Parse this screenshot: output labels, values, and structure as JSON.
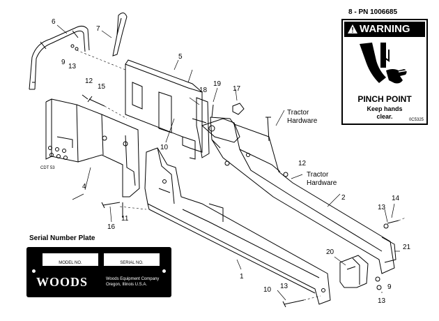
{
  "decal_header": "8 - PN 1006685",
  "decal": {
    "warning": "WARNING",
    "pinch_point": "PINCH POINT",
    "keep_hands": "Keep hands",
    "clear": "clear.",
    "code": "0C5325"
  },
  "serial_plate": {
    "title": "Serial Number Plate",
    "model_field": "MODEL NO.",
    "serial_field": "SERIAL NO.",
    "brand": "WOODS",
    "company_line1": "Woods Equipment Company",
    "company_line2": "Oregon, Illinois U.S.A."
  },
  "drawing_code": "CDT 53",
  "callouts": {
    "c1": "1",
    "c2": "2",
    "c4": "4",
    "c5": "5",
    "c6": "6",
    "c7": "7",
    "c9a": "9",
    "c9b": "9",
    "c10a": "10",
    "c10b": "10",
    "c11": "11",
    "c12a": "12",
    "c12b": "12",
    "c13a": "13",
    "c13b": "13",
    "c13c": "13",
    "c13d": "13",
    "c14": "14",
    "c15": "15",
    "c16": "16",
    "c17": "17",
    "c18": "18",
    "c19": "19",
    "c20": "20",
    "c21": "21"
  },
  "notes": {
    "tractor_hw_1_l1": "Tractor",
    "tractor_hw_1_l2": "Hardware",
    "tractor_hw_2_l1": "Tractor",
    "tractor_hw_2_l2": "Hardware"
  }
}
